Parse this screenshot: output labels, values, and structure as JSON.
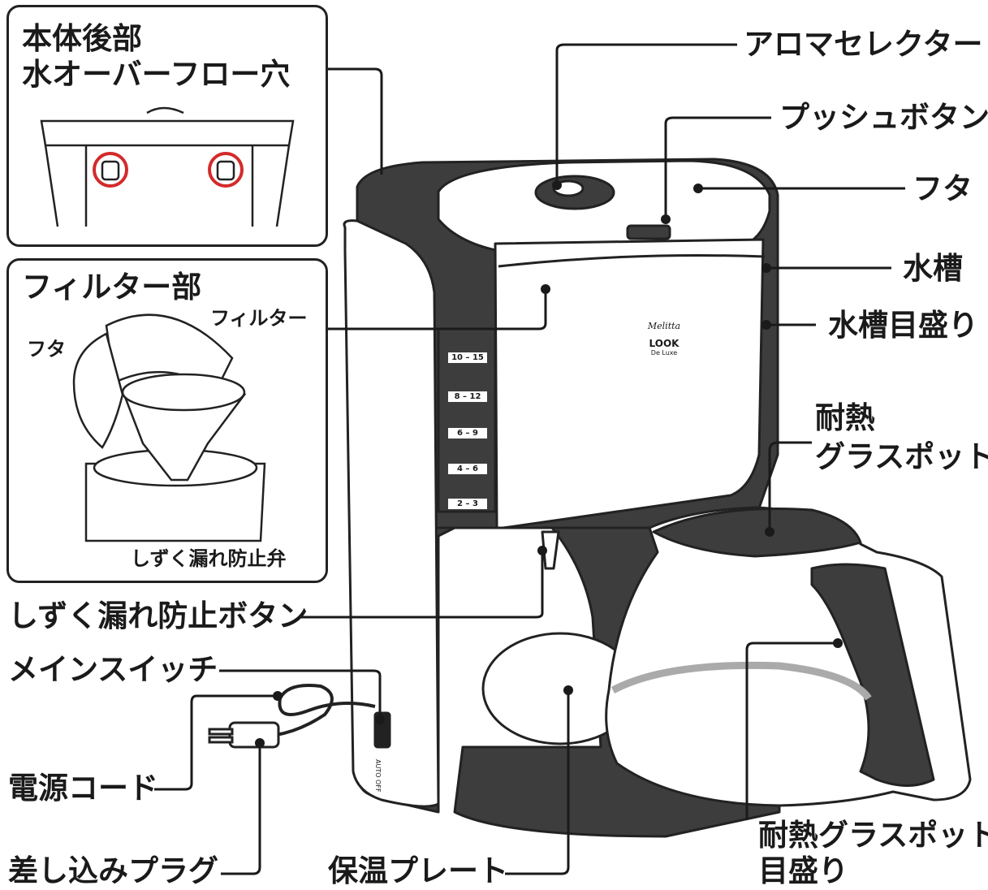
{
  "insets": {
    "rear": {
      "title_line1": "本体後部",
      "title_line2": "水オーバーフロー穴"
    },
    "filter": {
      "title": "フィルター部",
      "lid": "フタ",
      "filter": "フィルター",
      "valve": "しずく漏れ防止弁"
    }
  },
  "labels": {
    "aroma_selector": "アロマセレクター",
    "push_button": "プッシュボタン",
    "lid": "フタ",
    "water_tank": "水槽",
    "water_tank_scale": "水槽目盛り",
    "glass_pot_line1": "耐熱",
    "glass_pot_line2": "グラスポット",
    "drip_stop_button": "しずく漏れ防止ボタン",
    "main_switch": "メインスイッチ",
    "power_cord": "電源コード",
    "plug": "差し込みプラグ",
    "warming_plate": "保温プレート",
    "pot_scale_line1": "耐熱グラスポット",
    "pot_scale_line2": "目盛り"
  },
  "device": {
    "brand": "Melitta",
    "model": "LOOK",
    "model_sub": "De Luxe",
    "switch_text": "AUTO OFF",
    "scale_marks": [
      "10 – 15",
      "8 – 12",
      "6 – 9",
      "4 – 6",
      "2 – 3"
    ]
  },
  "colors": {
    "body_dark": "#3d3d3d",
    "body_light": "#ffffff",
    "highlight_circle": "#d42a2a",
    "line": "#1a1a1a"
  }
}
